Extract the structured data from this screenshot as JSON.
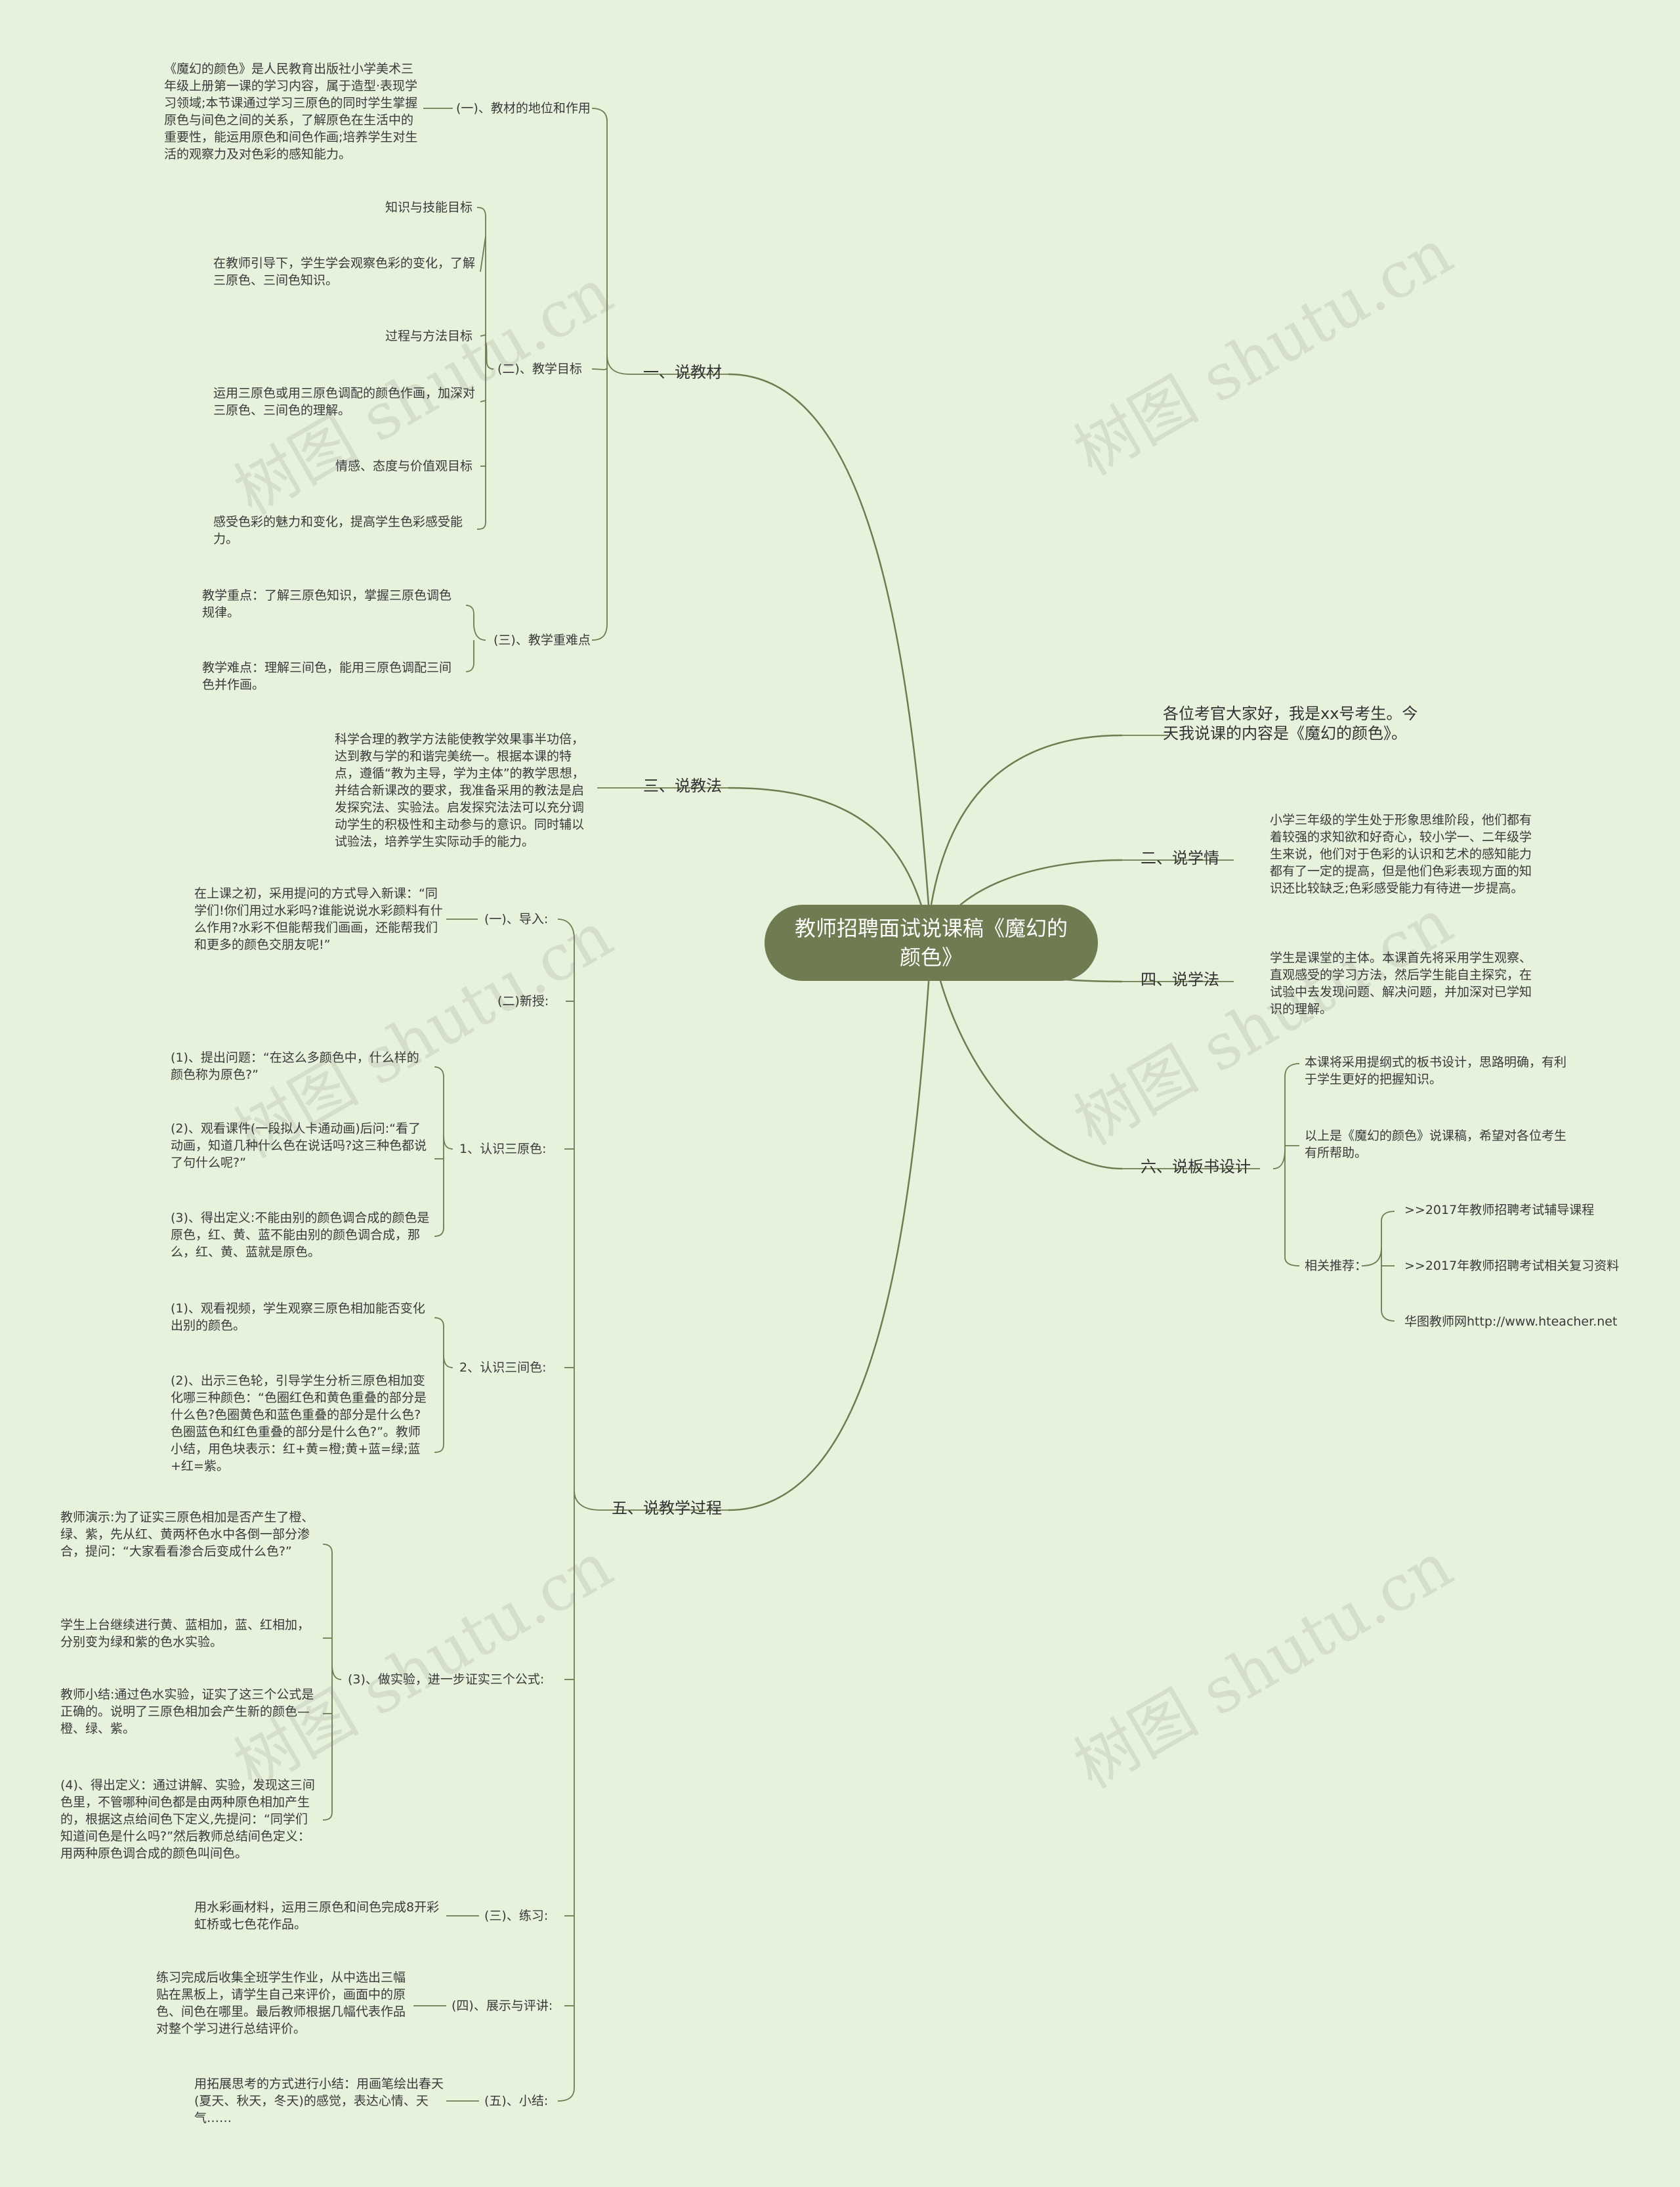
{
  "root": "教师招聘面试说课稿《魔幻的颜色》",
  "watermark": "树图 shutu.cn",
  "colors": {
    "background": "#e6f2dc",
    "root": "#6f7b50",
    "line": "#6f7b50",
    "text": "#3a3a3a"
  },
  "right": {
    "intro": "各位考官大家好，我是xx号考生。今天我说课的内容是《魔幻的颜色》。",
    "xueqing": {
      "title": "二、说学情",
      "text": "小学三年级的学生处于形象思维阶段，他们都有着较强的求知欲和好奇心，较小学一、二年级学生来说，他们对于色彩的认识和艺术的感知能力都有了一定的提高，但是他们色彩表现方面的知识还比较缺乏;色彩感受能力有待进一步提高。"
    },
    "xuefa": {
      "title": "四、说学法",
      "text": "学生是课堂的主体。本课首先将采用学生观察、直观感受的学习方法，然后学生能自主探究，在试验中去发现问题、解决问题，并加深对已学知识的理解。"
    },
    "banshu": {
      "title": "六、说板书设计",
      "items": [
        "本课将采用提纲式的板书设计，思路明确，有利于学生更好的把握知识。",
        "以上是《魔幻的颜色》说课稿，希望对各位考生有所帮助。"
      ],
      "rec_label": "相关推荐：",
      "recs": [
        ">>2017年教师招聘考试辅导课程",
        ">>2017年教师招聘考试相关复习资料",
        "华图教师网http://www.hteacher.net"
      ]
    }
  },
  "left": {
    "jiaocai": {
      "title": "一、说教材",
      "diwei": {
        "label": "(一)、教材的地位和作用",
        "text": "《魔幻的颜色》是人民教育出版社小学美术三年级上册第一课的学习内容，属于造型·表现学习领域;本节课通过学习三原色的同时学生掌握原色与间色之间的关系，了解原色在生活中的重要性，能运用原色和间色作画;培养学生对生活的观察力及对色彩的感知能力。"
      },
      "mubiao": {
        "label": "(二)、教学目标",
        "items": [
          {
            "label": "知识与技能目标",
            "text": "在教师引导下，学生学会观察色彩的变化，了解三原色、三间色知识。"
          },
          {
            "label": "过程与方法目标",
            "text": "运用三原色或用三原色调配的颜色作画，加深对三原色、三间色的理解。"
          },
          {
            "label": "情感、态度与价值观目标",
            "text": "感受色彩的魅力和变化，提高学生色彩感受能力。"
          }
        ]
      },
      "zhongnan": {
        "label": "(三)、教学重难点",
        "items": [
          "教学重点：了解三原色知识，掌握三原色调色规律。",
          "教学难点：理解三间色，能用三原色调配三间色并作画。"
        ]
      }
    },
    "jiaofa": {
      "title": "三、说教法",
      "text": "科学合理的教学方法能使教学效果事半功倍，达到教与学的和谐完美统一。根据本课的特点，遵循“教为主导，学为主体”的教学思想，并结合新课改的要求，我准备采用的教法是启发探究法、实验法。启发探究法法可以充分调动学生的积极性和主动参与的意识。同时辅以试验法，培养学生实际动手的能力。"
    },
    "guocheng": {
      "title": "五、说教学过程",
      "daoru": {
        "label": "(一)、导入:",
        "text": "在上课之初，采用提问的方式导入新课：“同学们!你们用过水彩吗?谁能说说水彩颜料有什么作用?水彩不但能帮我们画画，还能帮我们和更多的颜色交朋友呢!”"
      },
      "xinshou": "(二)新授:",
      "yuanse": {
        "label": "1、认识三原色:",
        "items": [
          "(1)、提出问题：“在这么多颜色中，什么样的颜色称为原色?”",
          "(2)、观看课件(一段拟人卡通动画)后问:“看了动画，知道几种什么色在说话吗?这三种色都说了句什么呢?”",
          "(3)、得出定义:不能由别的颜色调合成的颜色是原色，红、黄、蓝不能由别的颜色调合成，那么，红、黄、蓝就是原色。"
        ]
      },
      "jianse": {
        "label": "2、认识三间色:",
        "items": [
          "(1)、观看视频，学生观察三原色相加能否变化出别的颜色。",
          "(2)、出示三色轮，引导学生分析三原色相加变化哪三种颜色：“色圈红色和黄色重叠的部分是什么色?色圈黄色和蓝色重叠的部分是什么色?色圈蓝色和红色重叠的部分是什么色?”。教师小结，用色块表示：红+黄=橙;黄+蓝=绿;蓝+红=紫。"
        ]
      },
      "shiyan": {
        "label": "(3)、做实验，进一步证实三个公式:",
        "items": [
          "教师演示:为了证实三原色相加是否产生了橙、绿、紫，先从红、黄两杯色水中各倒一部分渗合，提问：“大家看看渗合后变成什么色?”",
          "学生上台继续进行黄、蓝相加，蓝、红相加，分别变为绿和紫的色水实验。",
          "教师小结:通过色水实验，证实了这三个公式是正确的。说明了三原色相加会产生新的颜色—橙、绿、紫。",
          "(4)、得出定义：通过讲解、实验，发现这三间色里，不管哪种间色都是由两种原色相加产生的，根据这点给间色下定义,先提问：“同学们知道间色是什么吗?”然后教师总结间色定义：用两种原色调合成的颜色叫间色。"
        ]
      },
      "lianxi": {
        "label": "(三)、练习:",
        "text": "用水彩画材料，运用三原色和间色完成8开彩虹桥或七色花作品。"
      },
      "zhanshi": {
        "label": "(四)、展示与评讲:",
        "text": "练习完成后收集全班学生作业，从中选出三幅贴在黑板上，请学生自己来评价，画面中的原色、间色在哪里。最后教师根据几幅代表作品对整个学习进行总结评价。"
      },
      "xiaojie": {
        "label": "(五)、小结:",
        "text": "用拓展思考的方式进行小结：用画笔绘出春天(夏天、秋天，冬天)的感觉，表达心情、天气……"
      }
    }
  }
}
